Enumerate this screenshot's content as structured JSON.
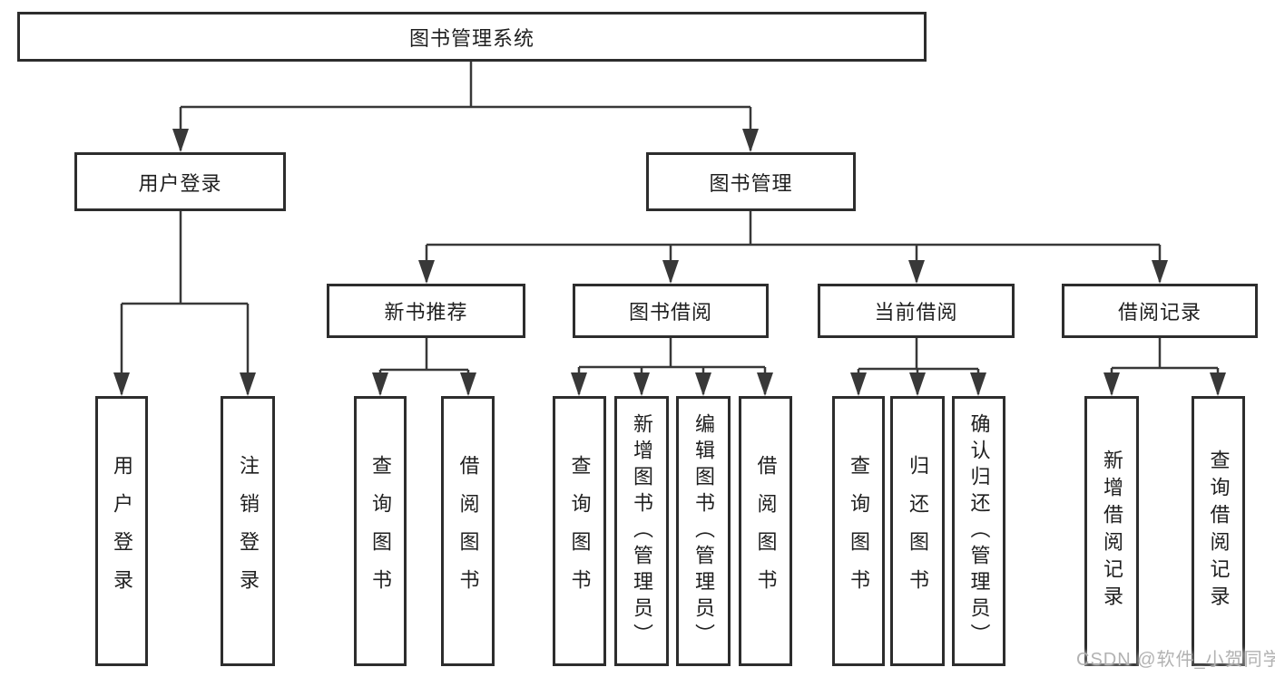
{
  "diagram": {
    "root": {
      "label": "图书管理系统"
    },
    "level2": {
      "user_login": {
        "label": "用户登录"
      },
      "book_management": {
        "label": "图书管理"
      }
    },
    "level3": {
      "new_book_recommend": {
        "label": "新书推荐"
      },
      "book_borrowing": {
        "label": "图书借阅"
      },
      "current_borrowing": {
        "label": "当前借阅"
      },
      "borrowing_records": {
        "label": "借阅记录"
      }
    },
    "leaves": {
      "user_login": {
        "label": "用户登录"
      },
      "logout": {
        "label": "注销登录"
      },
      "recommend_query_books": {
        "label": "查询图书"
      },
      "recommend_borrow_books": {
        "label": "借阅图书"
      },
      "borrow_query_books": {
        "label": "查询图书"
      },
      "borrow_add_books": {
        "label": "新增图书（管理员）"
      },
      "borrow_edit_books": {
        "label": "编辑图书（管理员）"
      },
      "borrow_lend_books": {
        "label": "借阅图书"
      },
      "current_query_books": {
        "label": "查询图书"
      },
      "current_return_books": {
        "label": "归还图书"
      },
      "current_confirm_return": {
        "label": "确认归还（管理员）"
      },
      "records_add_record": {
        "label": "新增借阅记录"
      },
      "records_query_record": {
        "label": "查询借阅记录"
      }
    }
  },
  "watermark": {
    "text": "CSDN @软件_小贺同学"
  },
  "colors": {
    "line": "#383838",
    "box_border": "#2d2d2d",
    "text": "#1f1f1f",
    "watermark": "#b2b2b2"
  }
}
